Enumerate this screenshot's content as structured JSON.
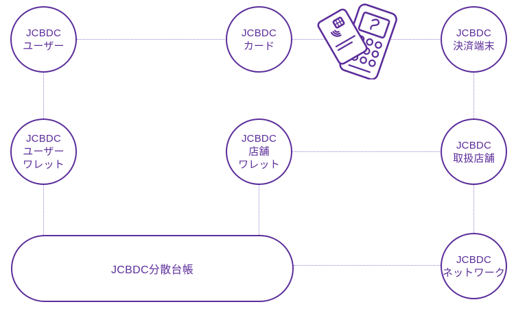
{
  "diagram": {
    "colors": {
      "accent": "#5b2d9a",
      "connector": "#9c7ed6",
      "background": "#ffffff"
    },
    "nodes": {
      "user": {
        "lines": [
          "JCBDC",
          "ユーザー"
        ]
      },
      "card": {
        "lines": [
          "JCBDC",
          "カード"
        ]
      },
      "payment_terminal": {
        "lines": [
          "JCBDC",
          "決済端末"
        ]
      },
      "user_wallet": {
        "lines": [
          "JCBDC",
          "ユーザー",
          "ワレット"
        ]
      },
      "store_wallet": {
        "lines": [
          "JCBDC",
          "店舗",
          "ワレット"
        ]
      },
      "merchant_store": {
        "lines": [
          "JCBDC",
          "取扱店舗"
        ]
      },
      "network": {
        "lines": [
          "JCBDC",
          "ネットワーク"
        ]
      },
      "distributed_ledger": {
        "label": "JCBDC分散台帳"
      }
    },
    "icons": {
      "tap_payment": "contactless-card-and-payment-terminal-icon"
    },
    "edges": [
      [
        "user",
        "card"
      ],
      [
        "card",
        "payment_terminal"
      ],
      [
        "user",
        "user_wallet"
      ],
      [
        "payment_terminal",
        "merchant_store"
      ],
      [
        "store_wallet",
        "merchant_store"
      ],
      [
        "merchant_store",
        "network"
      ],
      [
        "user_wallet",
        "distributed_ledger"
      ],
      [
        "store_wallet",
        "distributed_ledger"
      ],
      [
        "distributed_ledger",
        "network"
      ]
    ]
  }
}
